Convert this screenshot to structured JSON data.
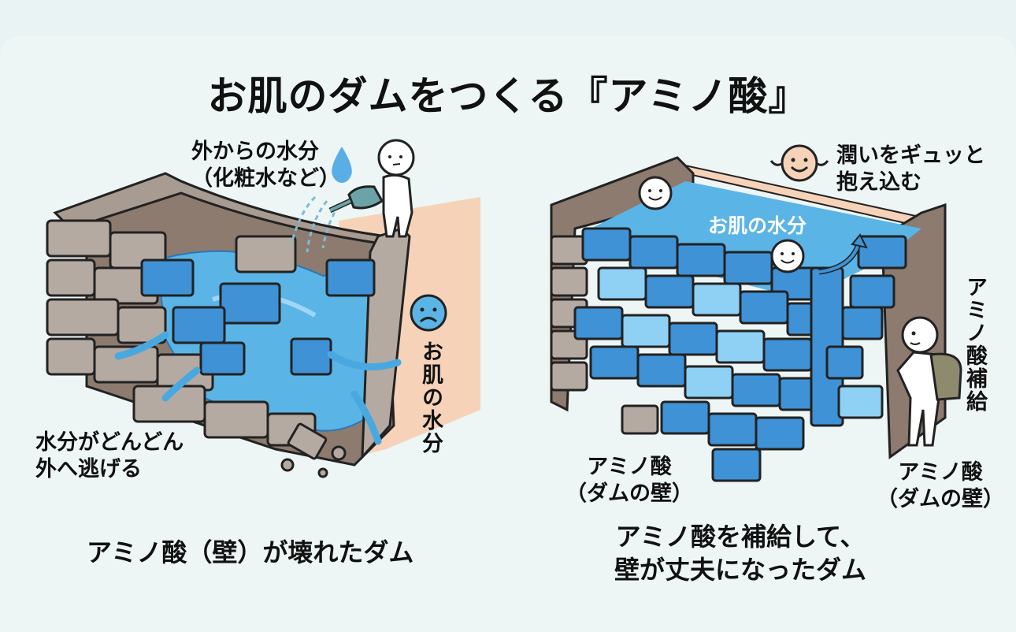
{
  "title": "お肌のダムをつくる『アミノ酸』",
  "colors": {
    "background": "#edf5f5",
    "brick_gray": "#b5aaa2",
    "wall_brown": "#8c7b6e",
    "water_blue": "#5ab4e6",
    "brick_blue": "#3f92d6",
    "skin_peach": "#f6d3b8",
    "outline": "#222222"
  },
  "left_panel": {
    "caption": "アミノ酸（壁）が壊れたダム",
    "label_outside_water_line1": "外からの水分",
    "label_outside_water_line2": "（化粧水など）",
    "label_skin_water": "お肌の水分",
    "label_leak_line1": "水分がどんどん",
    "label_leak_line2": "外へ逃げる",
    "icons": [
      "water-drop-icon",
      "sad-face-icon",
      "person-watering-can-icon",
      "leak-arrow-icon"
    ]
  },
  "right_panel": {
    "caption_line1": "アミノ酸を補給して、",
    "caption_line2": "壁が丈夫になったダム",
    "label_hold_line1": "潤いをギュッと",
    "label_hold_line2": "抱え込む",
    "label_water": "お肌の水分",
    "label_supply": "アミノ酸補給",
    "label_wall_left_line1": "アミノ酸",
    "label_wall_left_line2": "（ダムの壁）",
    "label_wall_right_line1": "アミノ酸",
    "label_wall_right_line2": "（ダムの壁）",
    "icons": [
      "smile-face-icon",
      "water-droplet-character-icon",
      "person-backpack-icon",
      "curved-arrow-icon"
    ]
  }
}
